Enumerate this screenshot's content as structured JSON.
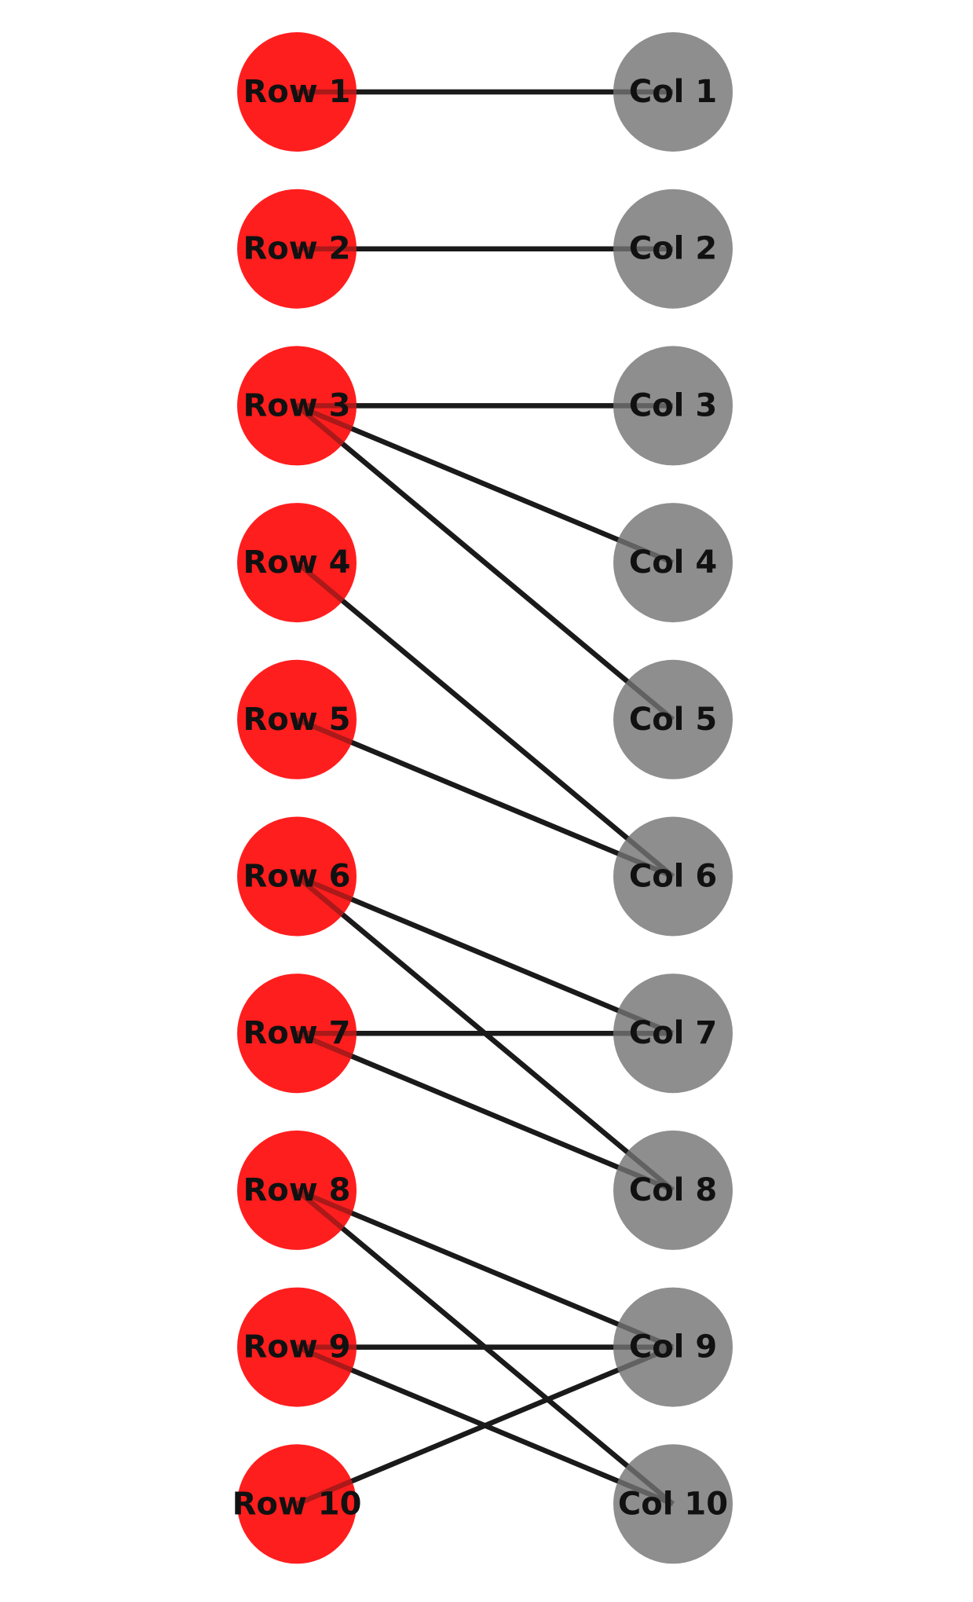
{
  "colors": {
    "row_node": "#ff1a1a",
    "col_node": "#8c8c8c",
    "edge": "#1a1a1a",
    "label": "#111111",
    "background": "#ffffff"
  },
  "row_nodes": [
    {
      "id": "r1",
      "label": "Row 1"
    },
    {
      "id": "r2",
      "label": "Row 2"
    },
    {
      "id": "r3",
      "label": "Row 3"
    },
    {
      "id": "r4",
      "label": "Row 4"
    },
    {
      "id": "r5",
      "label": "Row 5"
    },
    {
      "id": "r6",
      "label": "Row 6"
    },
    {
      "id": "r7",
      "label": "Row 7"
    },
    {
      "id": "r8",
      "label": "Row 8"
    },
    {
      "id": "r9",
      "label": "Row 9"
    },
    {
      "id": "r10",
      "label": "Row 10"
    }
  ],
  "col_nodes": [
    {
      "id": "c1",
      "label": "Col 1"
    },
    {
      "id": "c2",
      "label": "Col 2"
    },
    {
      "id": "c3",
      "label": "Col 3"
    },
    {
      "id": "c4",
      "label": "Col 4"
    },
    {
      "id": "c5",
      "label": "Col 5"
    },
    {
      "id": "c6",
      "label": "Col 6"
    },
    {
      "id": "c7",
      "label": "Col 7"
    },
    {
      "id": "c8",
      "label": "Col 8"
    },
    {
      "id": "c9",
      "label": "Col 9"
    },
    {
      "id": "c10",
      "label": "Col 10"
    }
  ],
  "edges": [
    {
      "from": "r1",
      "to": "c1"
    },
    {
      "from": "r2",
      "to": "c2"
    },
    {
      "from": "r3",
      "to": "c3"
    },
    {
      "from": "r3",
      "to": "c4"
    },
    {
      "from": "r3",
      "to": "c5"
    },
    {
      "from": "r4",
      "to": "c6"
    },
    {
      "from": "r5",
      "to": "c6"
    },
    {
      "from": "r6",
      "to": "c7"
    },
    {
      "from": "r6",
      "to": "c8"
    },
    {
      "from": "r7",
      "to": "c7"
    },
    {
      "from": "r7",
      "to": "c8"
    },
    {
      "from": "r8",
      "to": "c9"
    },
    {
      "from": "r8",
      "to": "c10"
    },
    {
      "from": "r9",
      "to": "c9"
    },
    {
      "from": "r9",
      "to": "c10"
    },
    {
      "from": "r10",
      "to": "c9"
    }
  ]
}
